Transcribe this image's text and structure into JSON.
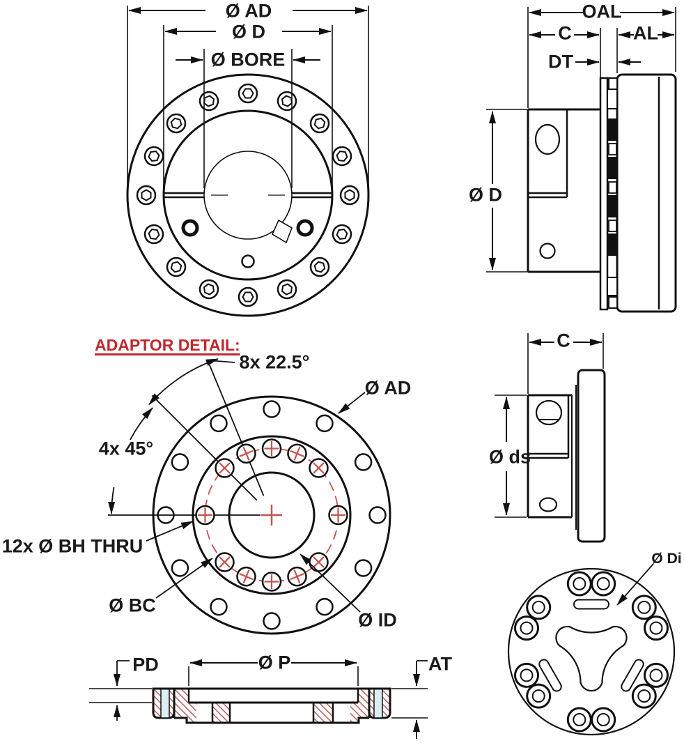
{
  "drawing": {
    "front_view": {
      "dim_outer": "Ø AD",
      "dim_hub": "Ø D",
      "dim_bore": "Ø BORE"
    },
    "side_view": {
      "dim_overall_length": "OAL",
      "dim_hub_length": "C",
      "dim_adaptor_length": "AL",
      "dim_disc_thickness": "DT",
      "dim_hub_diameter": "Ø D"
    },
    "adaptor_detail": {
      "title": "ADAPTOR DETAIL:",
      "dim_hole_spacing_8x": "8x 22.5°",
      "dim_outer_diameter": "Ø AD",
      "dim_hole_spacing_4x": "4x 45°",
      "dim_bolt_holes": "12x Ø BH THRU",
      "dim_bolt_circle": "Ø BC",
      "dim_inner_diameter": "Ø ID"
    },
    "adaptor_side_view": {
      "dim_hub_length": "C",
      "dim_shaft_diameter": "Ø ds"
    },
    "element_view": {
      "dim_insert_diameter": "Ø Di"
    },
    "section_view": {
      "dim_pilot_depth": "PD",
      "dim_pilot_diameter": "Ø P",
      "dim_adaptor_thickness": "AT"
    }
  },
  "colors": {
    "accent_red": "#c0272d",
    "centerline_red": "#c4544d",
    "hatch_red": "#b2524c",
    "bolt_band_cyan": "#dceef0",
    "line_black": "#111111",
    "background": "#ffffff"
  }
}
